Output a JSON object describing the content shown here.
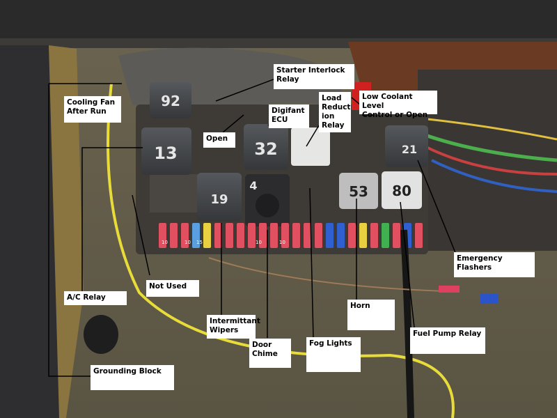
{
  "photo": {
    "subject": "fuse-and-relay-panel",
    "relay_numbers": [
      "92",
      "13",
      "32",
      "19",
      "4",
      "53",
      "80",
      "21"
    ],
    "fuse_numbers": [
      "10",
      "10",
      "15",
      "10",
      "10"
    ]
  },
  "labels": {
    "cooling_fan": "Cooling Fan\nAfter Run",
    "starter_interlock": "Starter Interlock\nRelay",
    "load_reduction": "Load\nReduct\nion\nRelay",
    "low_coolant": "Low Coolant Level\nControl or Open",
    "open": "Open",
    "digifant": "Digifant\nECU",
    "not_used": "Not Used",
    "ac_relay": "A/C Relay",
    "wipers": "Intermittant\nWipers",
    "door_chime": "Door\nChime",
    "fog_lights": "Fog Lights",
    "horn": "Horn",
    "fuel_pump": "Fuel Pump Relay",
    "emergency": "Emergency Flashers",
    "grounding": "Grounding Block"
  }
}
